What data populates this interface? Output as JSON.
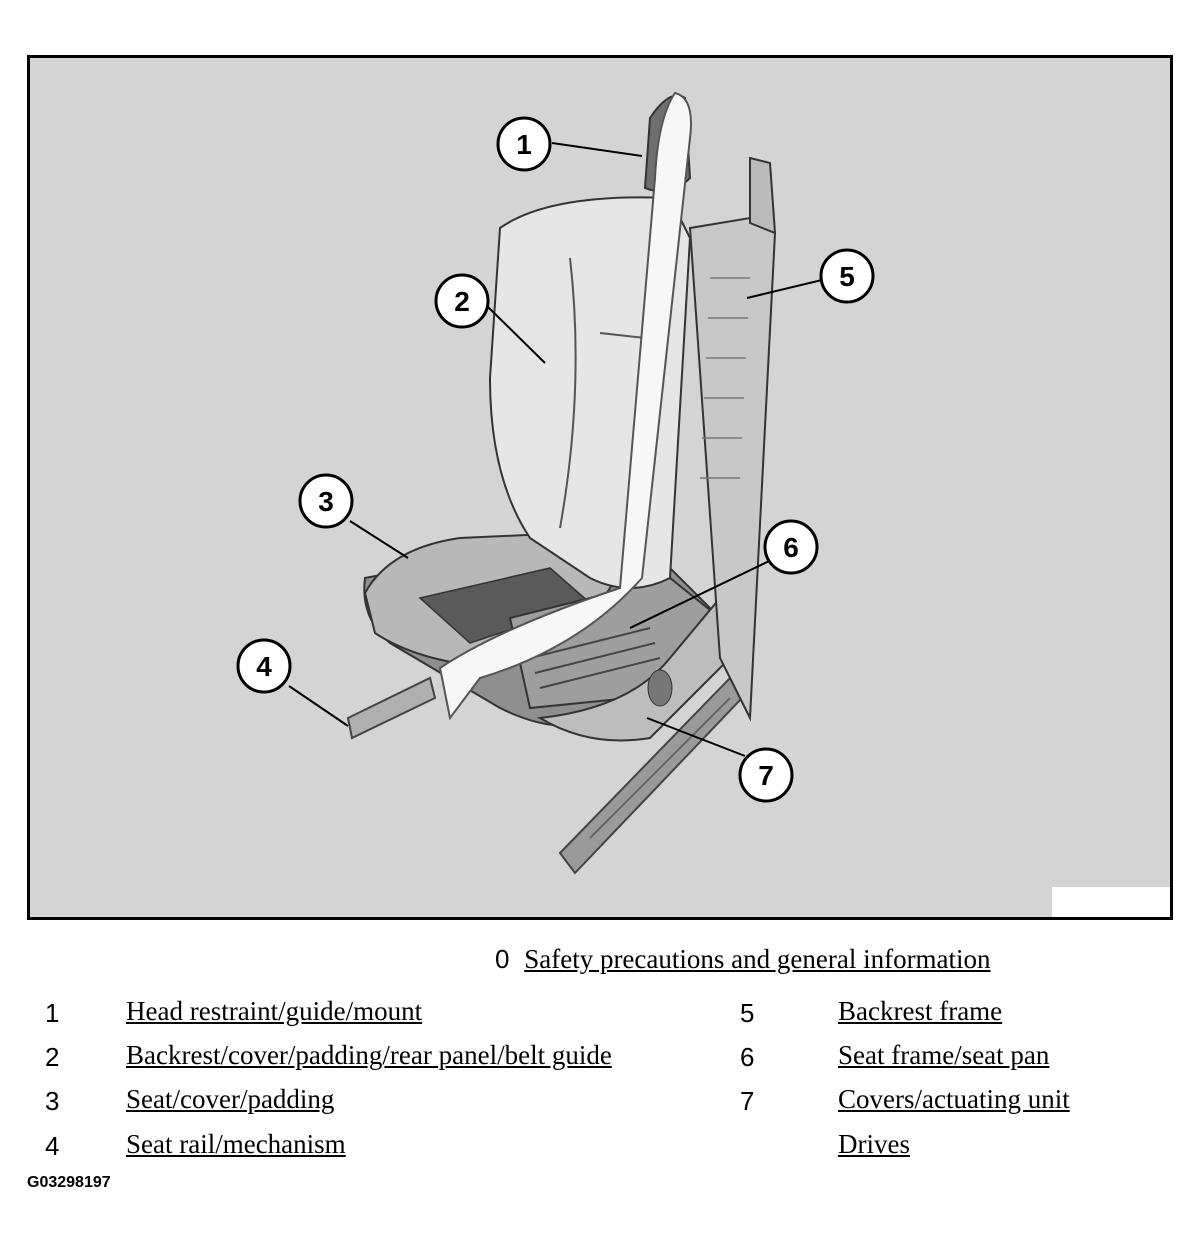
{
  "callouts": [
    "1",
    "2",
    "3",
    "4",
    "5",
    "6",
    "7"
  ],
  "reference": {
    "number": "0",
    "label": "Safety precautions and general information"
  },
  "legend": [
    {
      "number": "1",
      "label": "Head restraint/guide/mount"
    },
    {
      "number": "2",
      "label": "Backrest/cover/padding/rear panel/belt guide"
    },
    {
      "number": "3",
      "label": "Seat/cover/padding"
    },
    {
      "number": "4",
      "label": "Seat rail/mechanism"
    },
    {
      "number": "5",
      "label": "Backrest frame"
    },
    {
      "number": "6",
      "label": "Seat frame/seat pan"
    },
    {
      "number": "7",
      "label": "Covers/actuating unit"
    },
    {
      "number": "",
      "label": "Drives"
    }
  ],
  "figure_code": "G03298197",
  "colors": {
    "background": "#d4d4d4",
    "seat": "#eeeeee",
    "frame": "#bdbdbd",
    "dark": "#555555"
  }
}
